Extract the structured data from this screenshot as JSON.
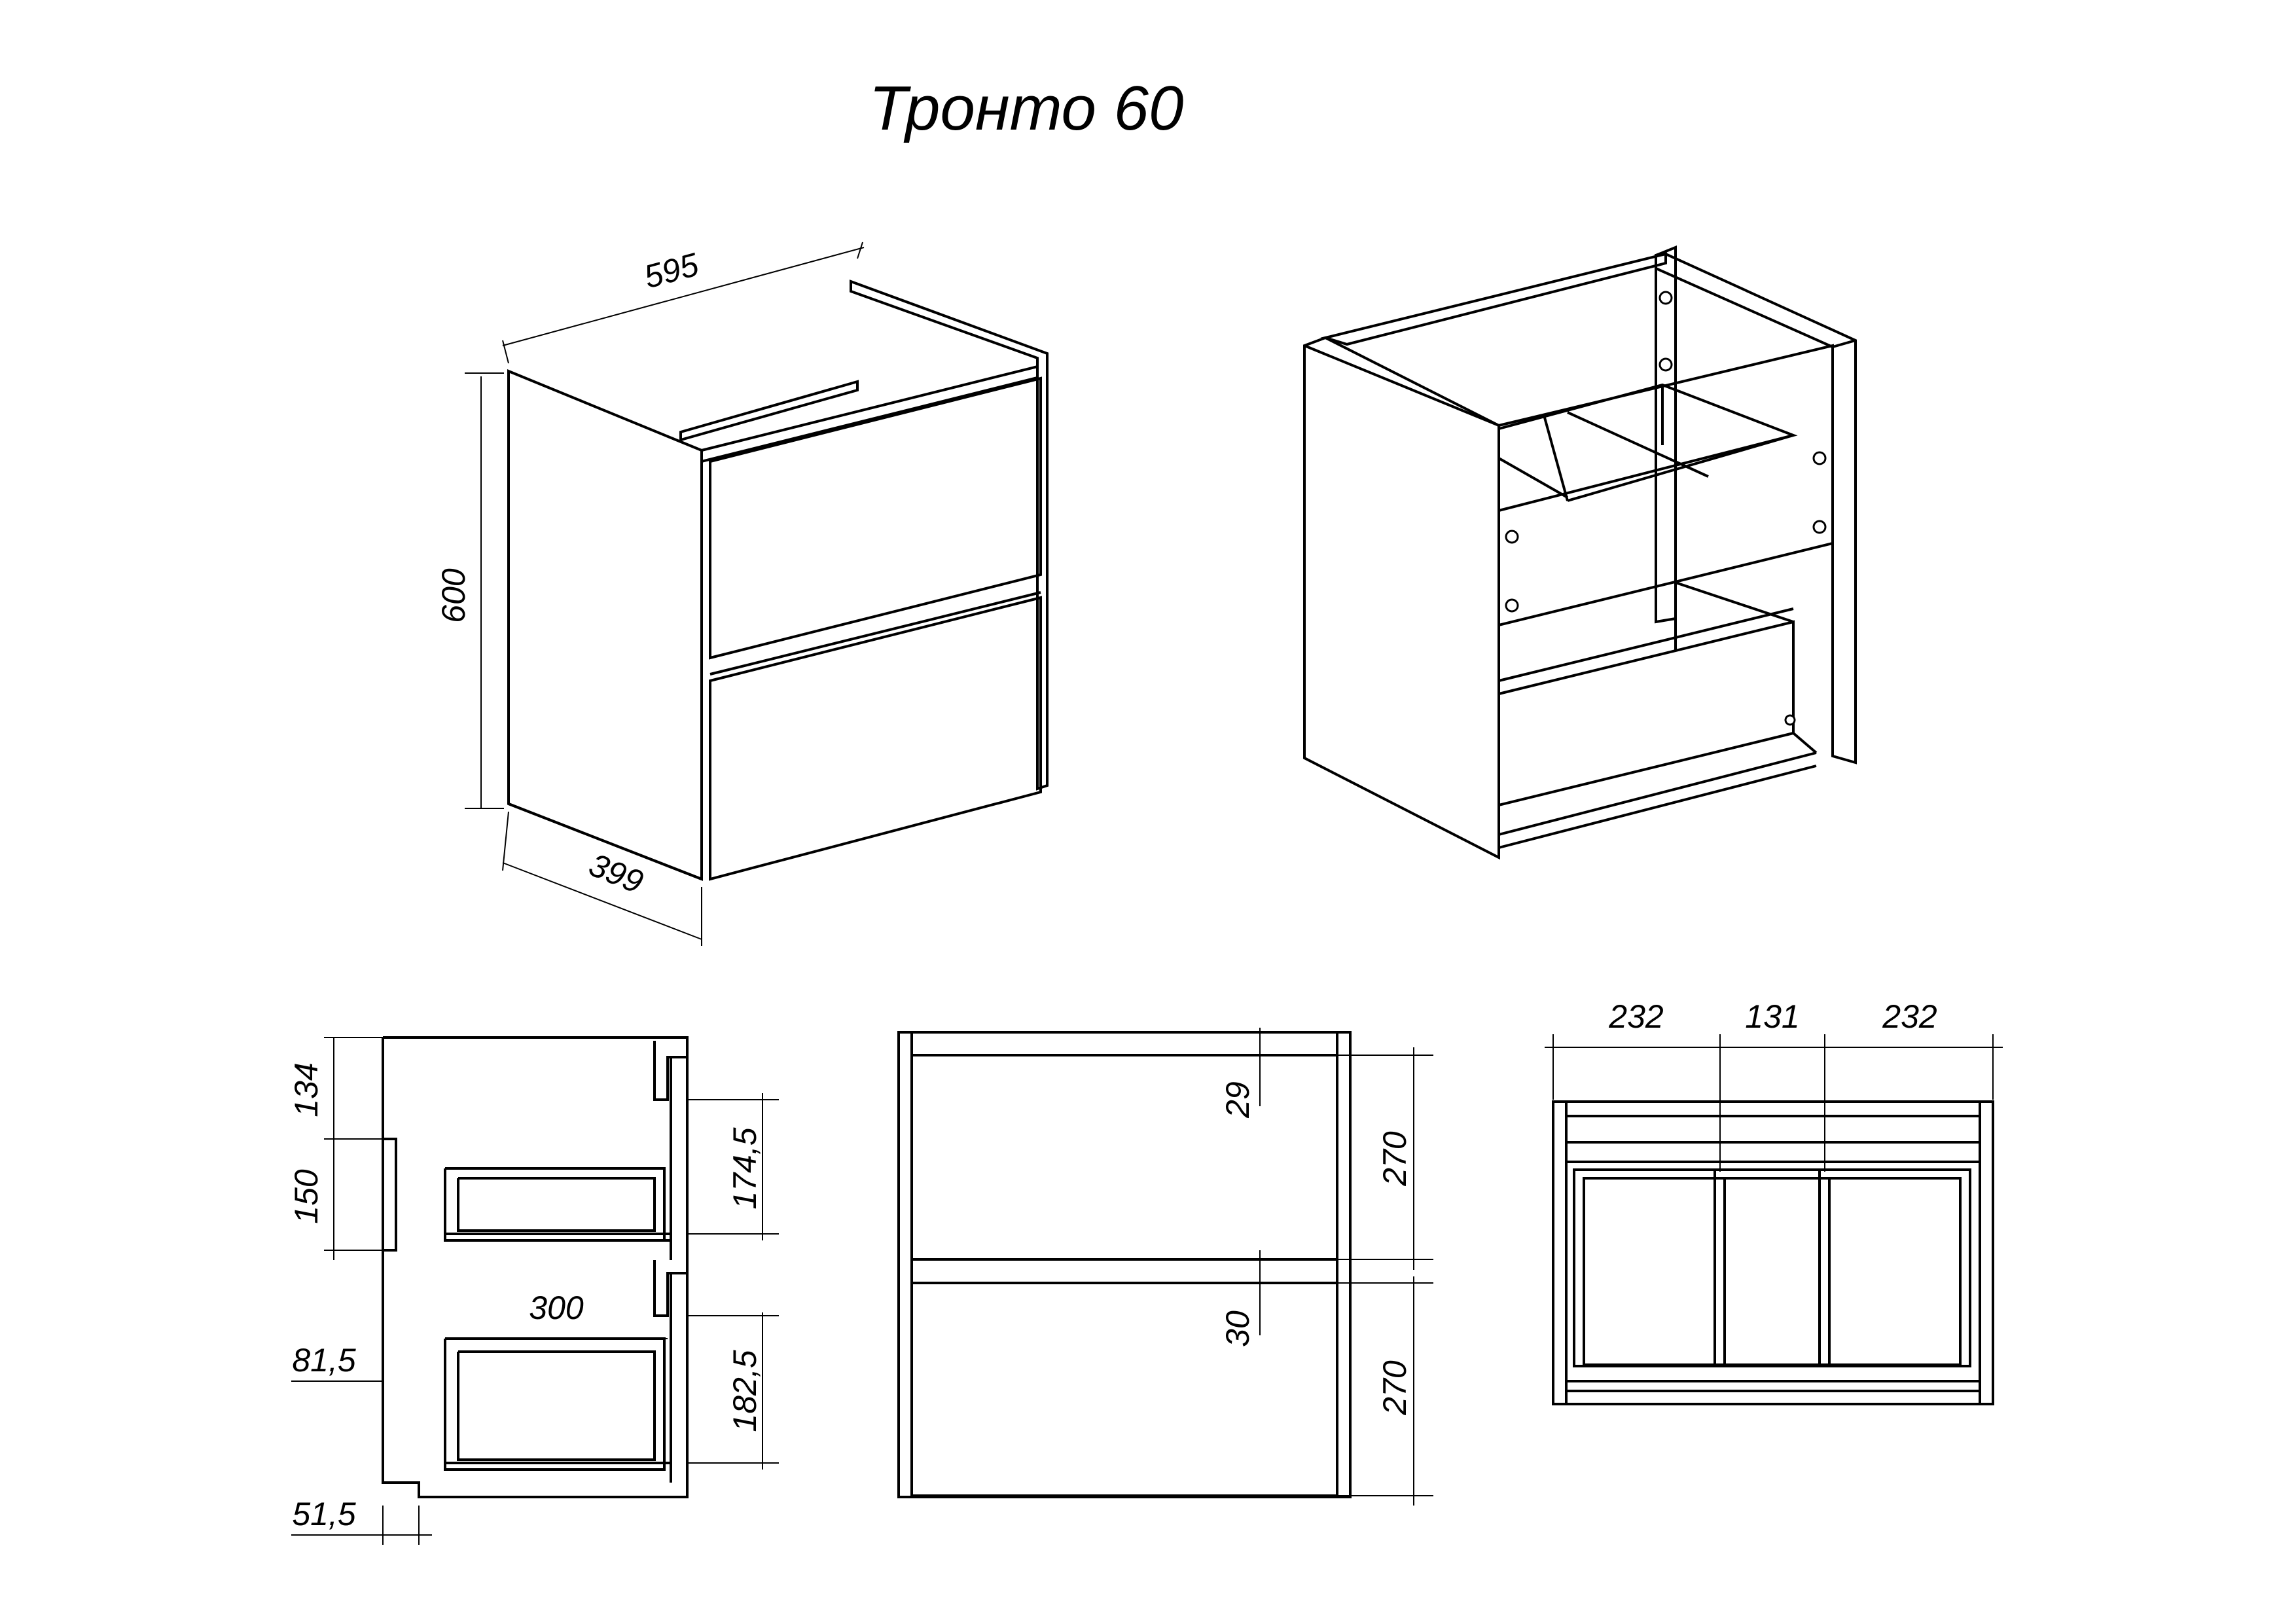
{
  "title": "Тронто 60",
  "views": {
    "iso_front": {
      "dims": {
        "width": "595",
        "height": "600",
        "depth": "399"
      }
    },
    "side_section": {
      "dims": {
        "top_offset": "134",
        "handle_height": "150",
        "drawer1_height": "174,5",
        "drawer_depth": "300",
        "drawer2_offset": "81,5",
        "drawer2_height": "182,5",
        "bottom_offset": "51,5"
      }
    },
    "front": {
      "dims": {
        "gap1": "29",
        "facade1": "270",
        "gap2": "30",
        "facade2": "270"
      }
    },
    "top": {
      "dims": {
        "left": "232",
        "middle": "131",
        "right": "232"
      }
    }
  }
}
